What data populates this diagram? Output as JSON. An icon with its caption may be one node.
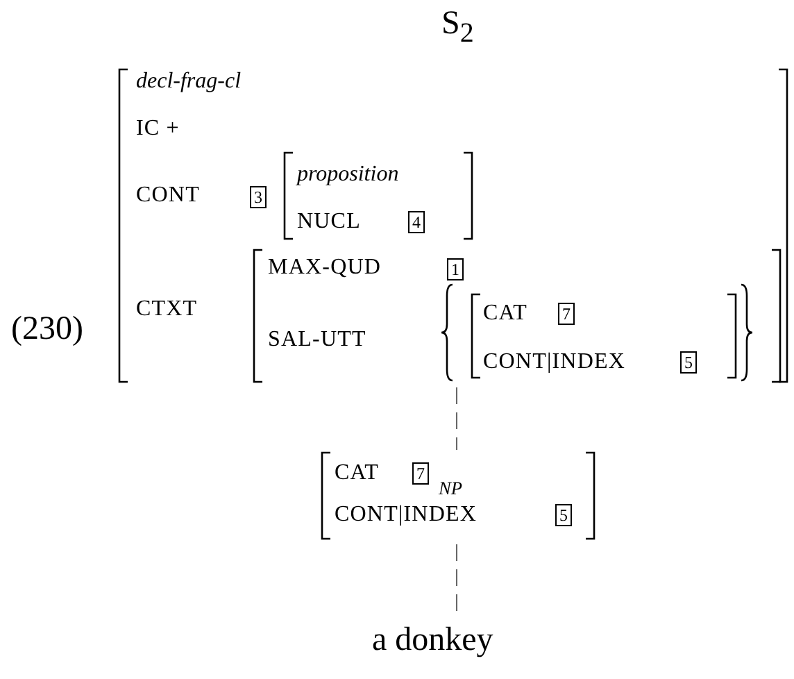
{
  "diagram": {
    "nodes": [
      {
        "text": [
          "S$_{2}$",
          "decl-frag-cl",
          "IC +",
          "CONT",
          "3",
          "CTXT"
        ]
      },
      {
        "text": [
          "proposition",
          "NUCL",
          "4"
        ],
        "in": 0
      },
      {
        "text": [
          "MAX-QUD",
          "1",
          "SAL-UTT"
        ],
        "in": 0
      },
      {
        "text": [
          "CAT",
          "7",
          "CONT|INDEX",
          "5"
        ],
        "in": 2
      },
      {
        "text": [
          "CAT",
          "7",
          "$_{NP}$",
          "CONT|INDEX",
          "5"
        ]
      },
      {
        "text": [
          "a donkey"
        ]
      }
    ],
    "edges": [
      {
        "from": 3,
        "to": 4,
        "arrow": "none",
        "style": "dashed"
      },
      {
        "from": 4,
        "to": 5,
        "arrow": "none",
        "style": "dashed"
      }
    ],
    "labels": [
      "(230)"
    ]
  }
}
